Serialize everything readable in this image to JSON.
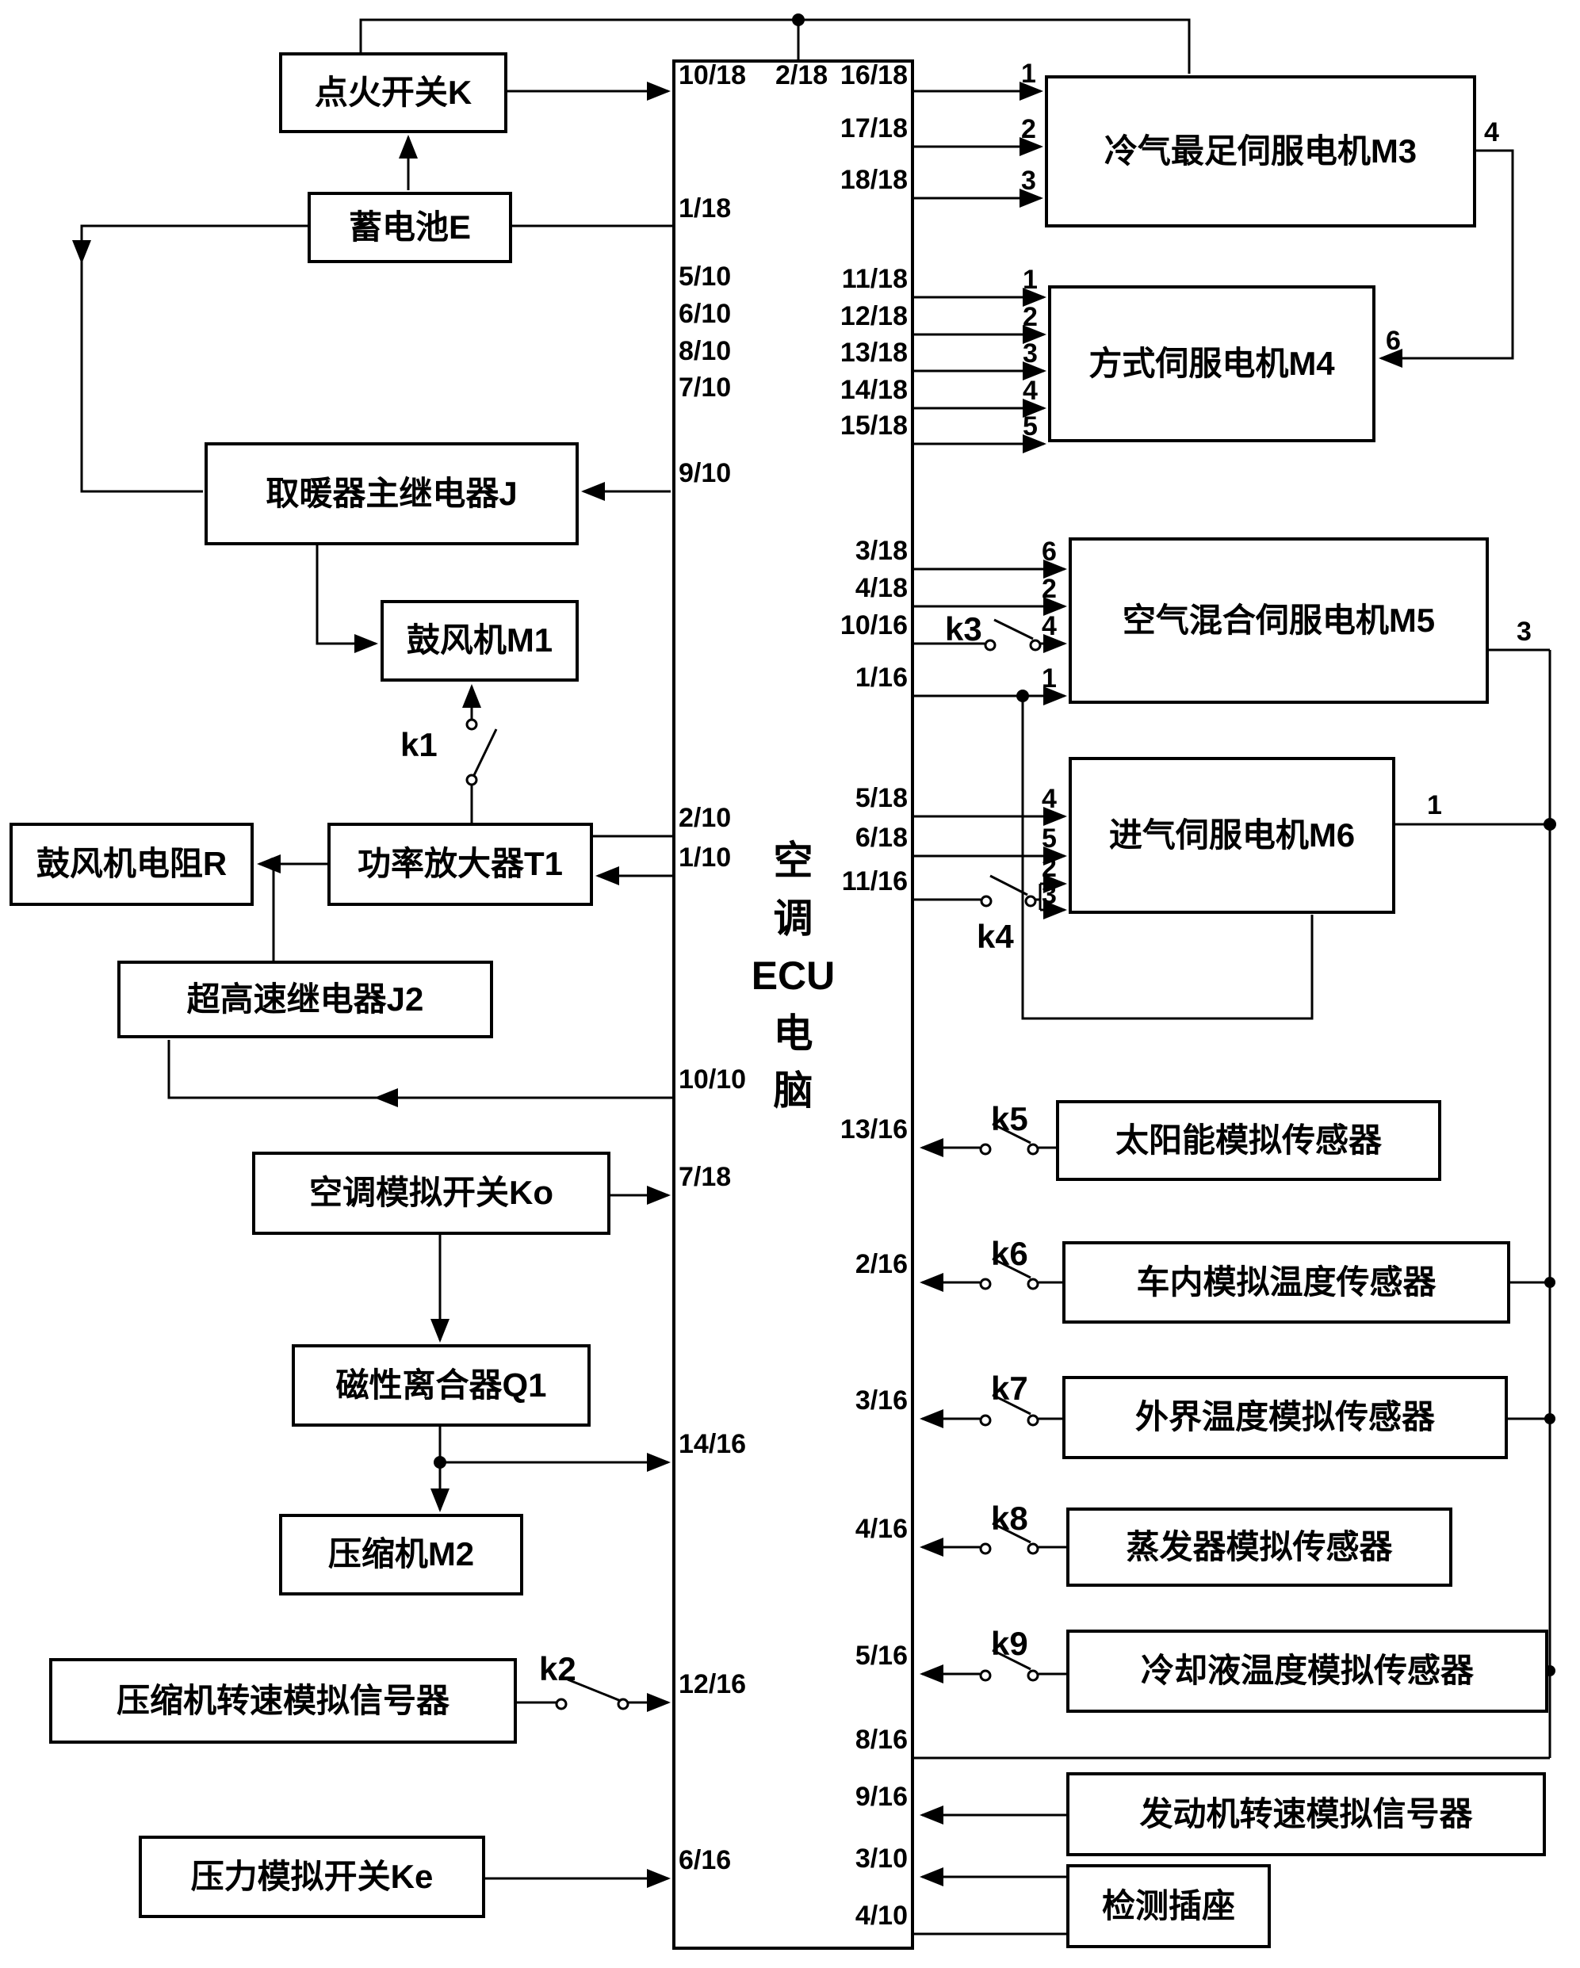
{
  "ecu": {
    "label": "空\n调\nECU\n电\n脑",
    "left_pins": [
      "10/18",
      "2/18",
      "1/18",
      "5/10",
      "6/10",
      "8/10",
      "7/10",
      "9/10",
      "2/10",
      "1/10",
      "10/10",
      "7/18",
      "14/16",
      "12/16",
      "6/16"
    ],
    "right_pins": [
      "16/18",
      "17/18",
      "18/18",
      "11/18",
      "12/18",
      "13/18",
      "14/18",
      "15/18",
      "3/18",
      "4/18",
      "10/16",
      "1/16",
      "5/18",
      "6/18",
      "11/16",
      "13/16",
      "2/16",
      "3/16",
      "4/16",
      "5/16",
      "8/16",
      "9/16",
      "3/10",
      "4/10"
    ]
  },
  "left_boxes": {
    "ignition": "点火开关K",
    "battery": "蓄电池E",
    "heater_relay": "取暖器主继电器J",
    "blower": "鼓风机M1",
    "amplifier": "功率放大器T1",
    "blower_resistor": "鼓风机电阻R",
    "hispeed_relay": "超高速继电器J2",
    "ac_sim_switch": "空调模拟开关Ko",
    "clutch": "磁性离合器Q1",
    "compressor": "压缩机M2",
    "compressor_speed": "压缩机转速模拟信号器",
    "pressure_switch": "压力模拟开关Ke"
  },
  "right_boxes": {
    "m3": "冷气最足伺服电机M3",
    "m4": "方式伺服电机M4",
    "m5": "空气混合伺服电机M5",
    "m6": "进气伺服电机M6",
    "solar": "太阳能模拟传感器",
    "interior_temp": "车内模拟温度传感器",
    "outside_temp": "外界温度模拟传感器",
    "evaporator": "蒸发器模拟传感器",
    "coolant_temp": "冷却液温度模拟传感器",
    "engine_speed": "发动机转速模拟信号器",
    "test_socket": "检测插座"
  },
  "switches": {
    "k1": "k1",
    "k2": "k2",
    "k3": "k3",
    "k4": "k4",
    "k5": "k5",
    "k6": "k6",
    "k7": "k7",
    "k8": "k8",
    "k9": "k9"
  },
  "wire_numbers": {
    "m3_1": "1",
    "m3_2": "2",
    "m3_3": "3",
    "m3_4": "4",
    "m4_1": "1",
    "m4_2": "2",
    "m4_3": "3",
    "m4_4": "4",
    "m4_5": "5",
    "m4_6": "6",
    "m5_6": "6",
    "m5_2": "2",
    "m5_4": "4",
    "m5_1": "1",
    "m5_3": "3",
    "m6_4": "4",
    "m6_5": "5",
    "m6_2": "2",
    "m6_3": "3",
    "m6_1": "1"
  },
  "colors": {
    "line": "#000000",
    "background": "#ffffff"
  }
}
